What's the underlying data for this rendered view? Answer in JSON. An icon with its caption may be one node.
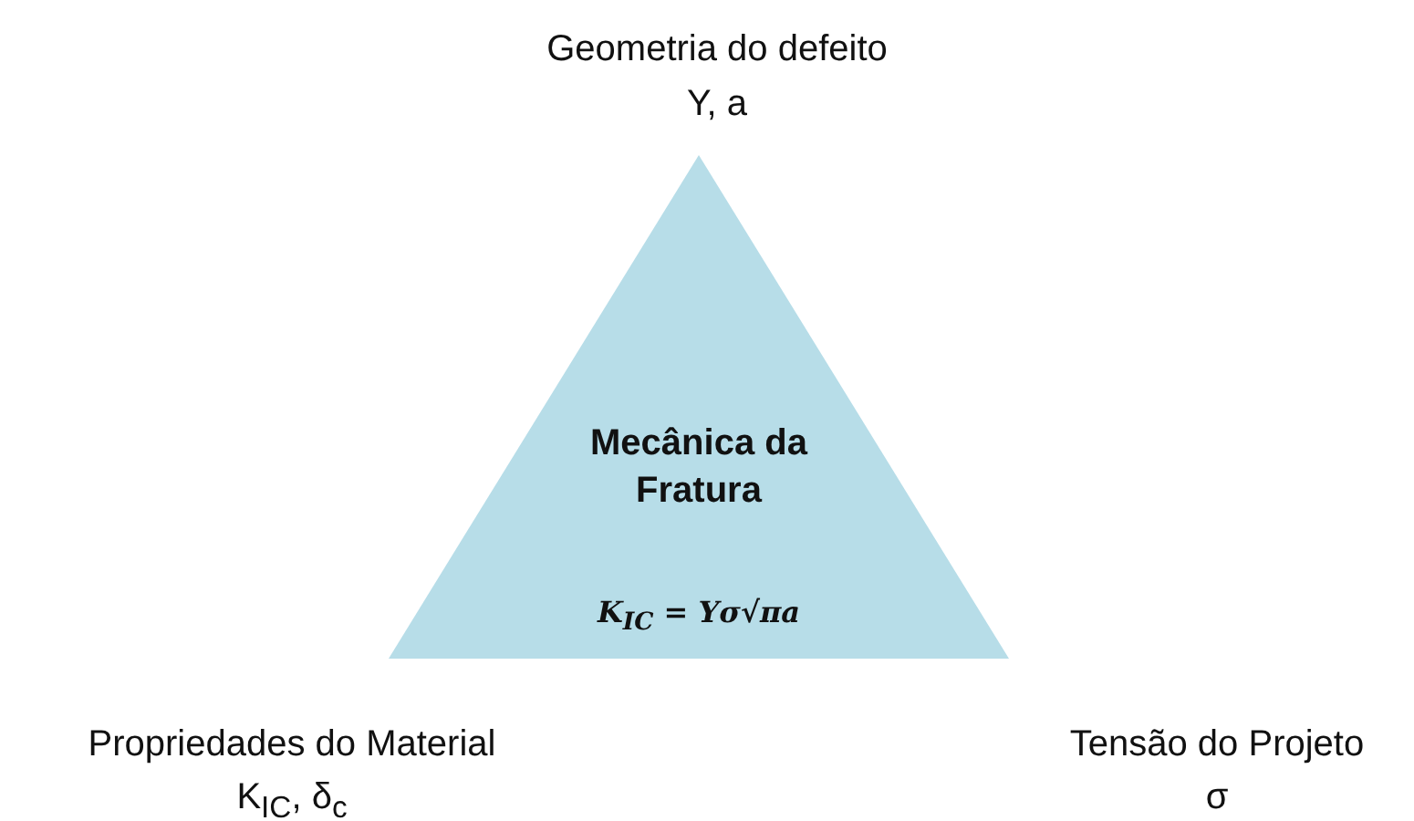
{
  "diagram": {
    "nodes": [
      {
        "text": [
          "Mecânica da Fratura",
          "K$_{IC}$ = Yσ√πa"
        ]
      }
    ],
    "labels": [
      "Geometria do defeito",
      "Y, a",
      "Propriedades do Material",
      "K$_{IC}$, δ$_{c}$",
      "Tensão do Projeto",
      "σ"
    ]
  }
}
